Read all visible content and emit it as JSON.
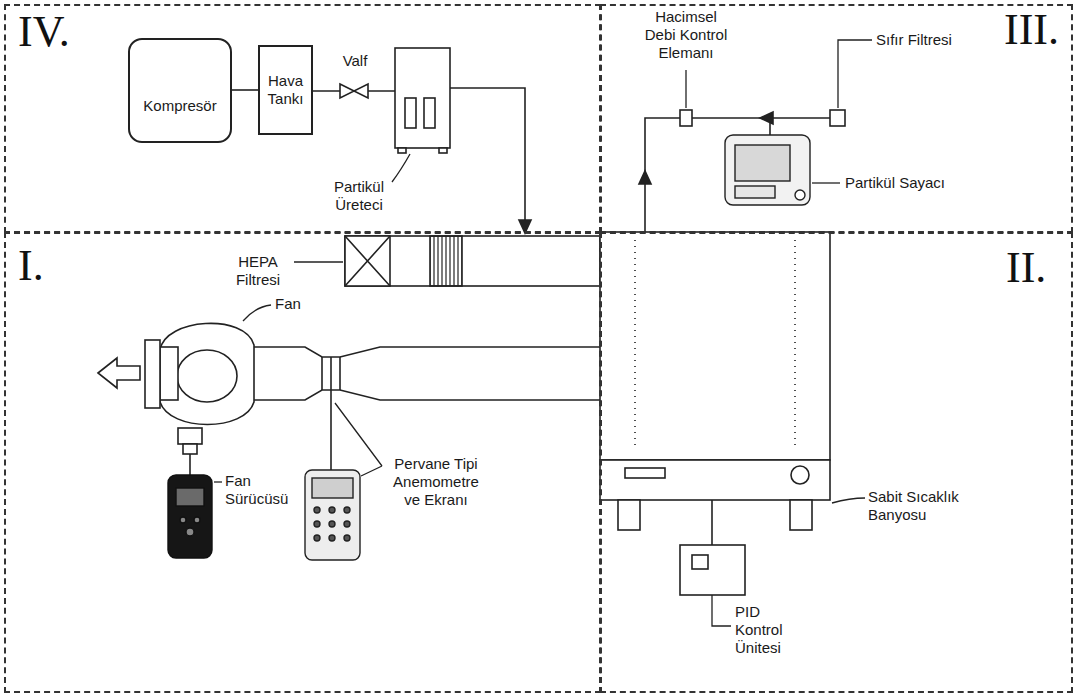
{
  "diagram": {
    "nodes": [
      {
        "text": [
          "IV."
        ]
      },
      {
        "text": [
          "Kompresör"
        ],
        "in": 0
      },
      {
        "text": [
          "Hava Tankı"
        ],
        "in": 0
      },
      {
        "text": [
          "III."
        ]
      },
      {
        "text": [
          "I."
        ]
      },
      {
        "text": [
          "II."
        ]
      }
    ],
    "edges": [
      {
        "from": 1,
        "to": 2,
        "arrow": "none"
      }
    ],
    "labels": [
      "Valf",
      "Partikül Üreteci",
      "Hacimsel Debi Kontrol Elemanı",
      "Sıfır Filtresi",
      "Partikül Sayacı",
      "HEPA Filtresi",
      "Fan",
      "Fan Sürücüsü",
      "Pervane Tipi Anemometre ve Ekranı",
      "Sabit Sıcaklık Banyosu",
      "PID Kontrol Ünitesi"
    ]
  }
}
